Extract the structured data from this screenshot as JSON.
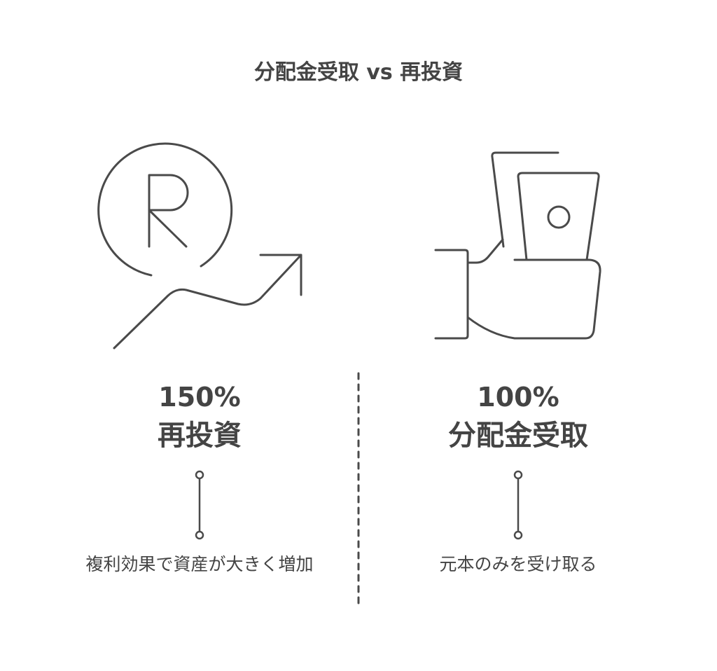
{
  "title": "分配金受取 vs 再投資",
  "left": {
    "icon": "registered-growth-arrow-icon",
    "percent": "150%",
    "label": "再投資",
    "description": "複利効果で資産が大きく増加"
  },
  "right": {
    "icon": "hand-holding-money-icon",
    "percent": "100%",
    "label": "分配金受取",
    "description": "元本のみを受け取る"
  },
  "colors": {
    "stroke": "#4a4a4a",
    "text": "#444444"
  }
}
